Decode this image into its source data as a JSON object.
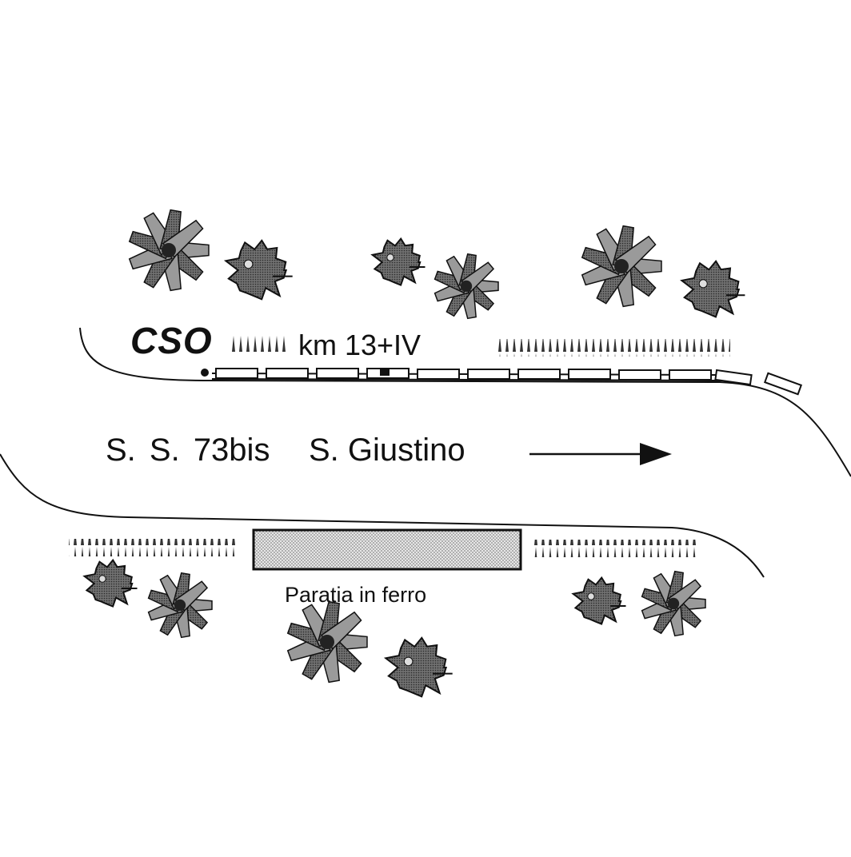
{
  "labels": {
    "station_code": "CSO",
    "kilometer_marker": "km 13+IV",
    "road_name": "S. S. 73bis",
    "place_name": "S. Giustino",
    "barrier_label": "Paratia in ferro"
  },
  "colors": {
    "ink": "#111111",
    "tree_fill": "#6a6a6a",
    "barrier_fill": "#d3d3d3",
    "background": "#ffffff"
  },
  "legend_items": [
    {
      "symbol": "star-tree-icon"
    },
    {
      "symbol": "bush-tree-icon"
    },
    {
      "symbol": "grass-strip"
    },
    {
      "symbol": "guardrail"
    },
    {
      "symbol": "direction-arrow"
    }
  ]
}
